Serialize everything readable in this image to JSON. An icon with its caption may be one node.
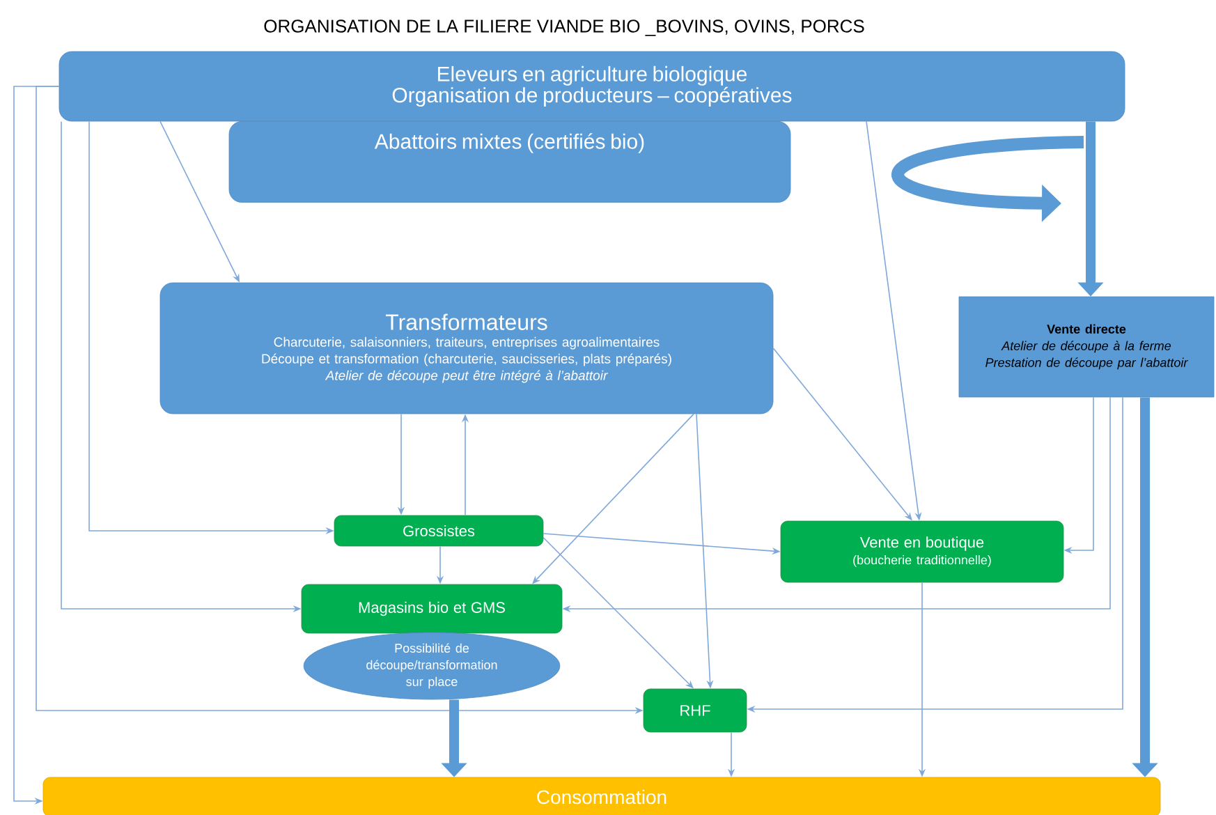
{
  "diagram": {
    "title": "ORGANISATION DE LA FILIERE VIANDE BIO _BOVINS, OVINS, PORCS",
    "nodes": [
      {
        "text": [
          "Eleveurs en agriculture biologique",
          "Organisation de producteurs – coopératives"
        ]
      },
      {
        "text": [
          "Abattoirs mixtes (certifiés bio)"
        ]
      },
      {
        "text": [
          "Transformateurs",
          "Charcuterie, salaisonniers, traiteurs, entreprises agroalimentaires",
          "Découpe et transformation (charcuterie, saucisseries, plats préparés)",
          "Atelier de découpe peut être intégré à l’abattoir"
        ]
      },
      {
        "text": [
          "Vente directe",
          "Atelier de découpe à la ferme",
          "Prestation de découpe par l’abattoir"
        ]
      },
      {
        "text": [
          "Grossistes"
        ]
      },
      {
        "text": [
          "Vente en boutique",
          "(boucherie traditionnelle)"
        ]
      },
      {
        "text": [
          "Magasins bio et GMS"
        ]
      },
      {
        "text": [
          "Possibilité de découpe/transformation sur place"
        ]
      },
      {
        "text": [
          "RHF"
        ]
      },
      {
        "text": [
          "Consommation"
        ]
      }
    ],
    "edges": [
      {
        "from": 0,
        "to": 2,
        "arrow": "to"
      },
      {
        "from": 0,
        "to": 3,
        "arrow": "to",
        "style": "thick",
        "color": "#5b9bd5"
      },
      {
        "from": 0,
        "to": 5,
        "arrow": "to"
      },
      {
        "from": 0,
        "to": 9,
        "arrow": "to"
      },
      {
        "from": 0,
        "to": 8,
        "arrow": "to"
      },
      {
        "from": 0,
        "to": 6,
        "arrow": "to"
      },
      {
        "from": 0,
        "to": 4,
        "arrow": "to"
      },
      {
        "from": 2,
        "to": 4,
        "arrow": "to"
      },
      {
        "from": 4,
        "to": 2,
        "arrow": "to"
      },
      {
        "from": 2,
        "to": 6,
        "arrow": "to"
      },
      {
        "from": 2,
        "to": 8,
        "arrow": "to"
      },
      {
        "from": 2,
        "to": 5,
        "arrow": "to"
      },
      {
        "from": 4,
        "to": 5,
        "arrow": "to"
      },
      {
        "from": 4,
        "to": 8,
        "arrow": "to"
      },
      {
        "from": 4,
        "to": 6,
        "arrow": "to"
      },
      {
        "from": 3,
        "to": 5,
        "arrow": "to"
      },
      {
        "from": 3,
        "to": 6,
        "arrow": "to"
      },
      {
        "from": 3,
        "to": 8,
        "arrow": "to"
      },
      {
        "from": 3,
        "to": 9,
        "arrow": "to",
        "style": "thick",
        "color": "#5b9bd5"
      },
      {
        "from": 7,
        "to": 9,
        "arrow": "to",
        "style": "thick",
        "color": "#5b9bd5"
      },
      {
        "from": 8,
        "to": 9,
        "arrow": "to"
      },
      {
        "from": 5,
        "to": 9,
        "arrow": "to"
      }
    ]
  }
}
